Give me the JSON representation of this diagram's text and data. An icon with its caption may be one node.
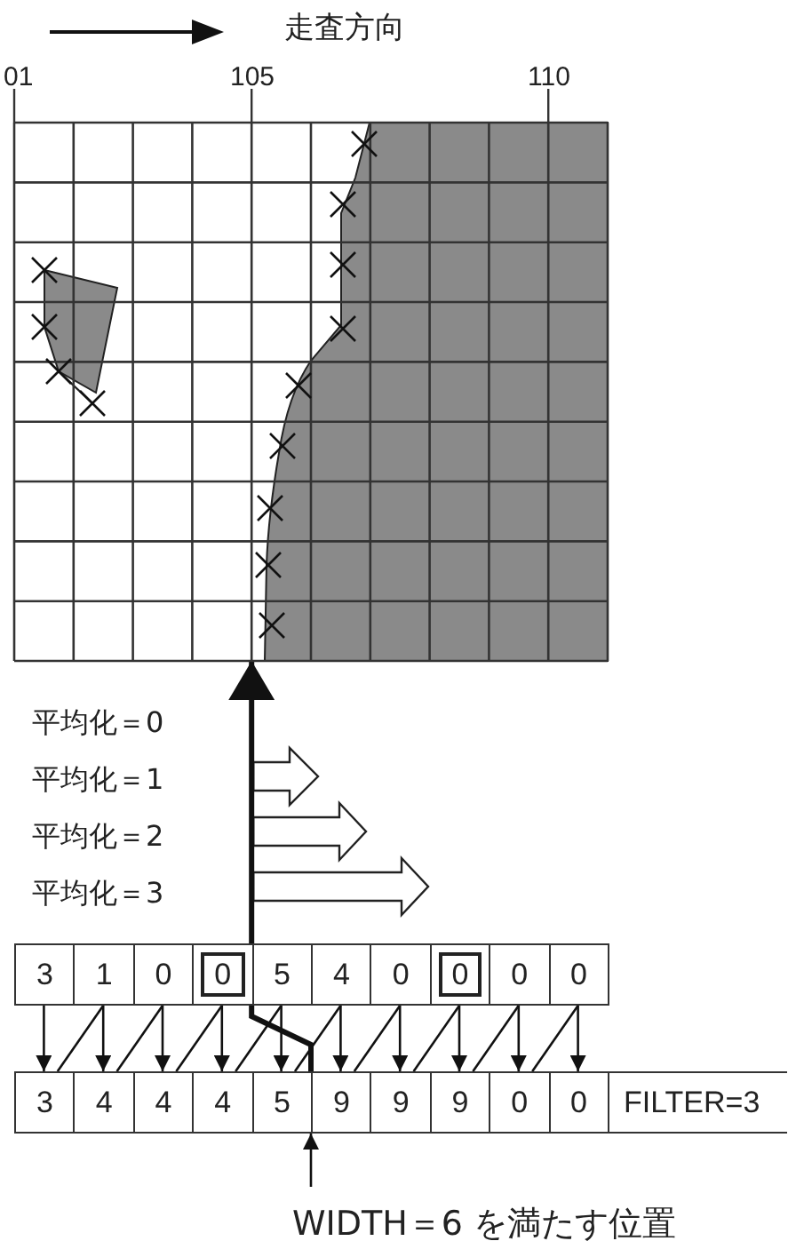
{
  "diagram": {
    "nodes": [
      {
        "text": [],
        "shape": "grid"
      },
      {
        "text": [
          "3"
        ]
      },
      {
        "text": [
          "1"
        ]
      },
      {
        "text": [
          "0"
        ]
      },
      {
        "text": [
          "0"
        ]
      },
      {
        "text": [
          "5"
        ]
      },
      {
        "text": [
          "4"
        ]
      },
      {
        "text": [
          "0"
        ]
      },
      {
        "text": [
          "0"
        ]
      },
      {
        "text": [
          "0"
        ]
      },
      {
        "text": [
          "0"
        ]
      },
      {
        "text": [
          "3"
        ]
      },
      {
        "text": [
          "4"
        ]
      },
      {
        "text": [
          "4"
        ]
      },
      {
        "text": [
          "4"
        ]
      },
      {
        "text": [
          "5"
        ]
      },
      {
        "text": [
          "9"
        ]
      },
      {
        "text": [
          "9"
        ]
      },
      {
        "text": [
          "9"
        ]
      },
      {
        "text": [
          "0"
        ]
      },
      {
        "text": [
          "0"
        ]
      },
      {
        "text": [
          "FILTER=3"
        ]
      },
      {
        "text": [
          "WIDTH＝6 を満たす位置"
        ]
      }
    ],
    "edges": [
      {
        "from": 1,
        "to": 11,
        "arrow": "to"
      },
      {
        "from": 2,
        "to": 12,
        "arrow": "to"
      },
      {
        "from": 3,
        "to": 13,
        "arrow": "to"
      },
      {
        "from": 4,
        "to": 14,
        "arrow": "to"
      },
      {
        "from": 5,
        "to": 15,
        "arrow": "to"
      },
      {
        "from": 6,
        "to": 16,
        "arrow": "to"
      },
      {
        "from": 7,
        "to": 17,
        "arrow": "to"
      },
      {
        "from": 8,
        "to": 18,
        "arrow": "to"
      },
      {
        "from": 9,
        "to": 19,
        "arrow": "to"
      },
      {
        "from": 10,
        "to": 20,
        "arrow": "to"
      },
      {
        "from": 2,
        "to": 11,
        "arrow": "none"
      },
      {
        "from": 3,
        "to": 12,
        "arrow": "none"
      },
      {
        "from": 4,
        "to": 13,
        "arrow": "none"
      },
      {
        "from": 5,
        "to": 14,
        "arrow": "none"
      },
      {
        "from": 6,
        "to": 15,
        "arrow": "none"
      },
      {
        "from": 7,
        "to": 16,
        "arrow": "none"
      },
      {
        "from": 8,
        "to": 17,
        "arrow": "none"
      },
      {
        "from": 9,
        "to": 18,
        "arrow": "none"
      },
      {
        "from": 10,
        "to": 19,
        "arrow": "none"
      },
      {
        "from": 22,
        "to": 15,
        "arrow": "to"
      },
      {
        "from": 15,
        "to": 0,
        "arrow": "to",
        "style": "thick"
      }
    ],
    "labels": [
      "走査方向",
      "01",
      "105",
      "110",
      "平均化＝0",
      "平均化＝1",
      "平均化＝2",
      "平均化＝3"
    ]
  }
}
